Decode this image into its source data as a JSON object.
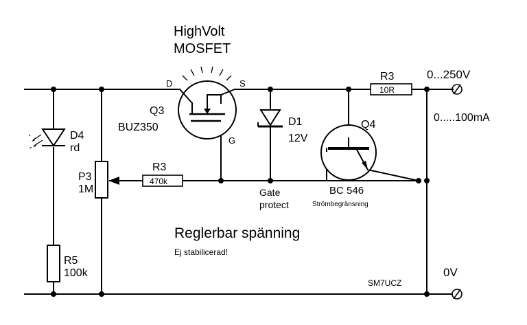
{
  "title": {
    "line1": "HighVolt",
    "line2": "MOSFET"
  },
  "mosfet": {
    "ref": "Q3",
    "part": "BUZ350",
    "drain": "D",
    "source": "S",
    "gate": "G"
  },
  "led": {
    "ref": "D4",
    "color": "rd"
  },
  "pot": {
    "ref": "P3",
    "value": "1M"
  },
  "gate_resistor": {
    "ref": "R3",
    "value": "470k"
  },
  "zener": {
    "ref": "D1",
    "voltage": "12V"
  },
  "gate_protect": {
    "line1": "Gate",
    "line2": "protect"
  },
  "transistor": {
    "ref": "Q4",
    "part": "BC 546",
    "note": "Strömbegränsning"
  },
  "shunt": {
    "ref": "R3",
    "value": "10R"
  },
  "bottom_resistor": {
    "ref": "R5",
    "value": "100k"
  },
  "output": {
    "voltage": "0...250V",
    "current": "0.....100mA",
    "ground": "0V"
  },
  "caption": {
    "main": "Reglerbar spänning",
    "sub": "Ej stabilicerad!"
  },
  "author": "SM7UCZ"
}
